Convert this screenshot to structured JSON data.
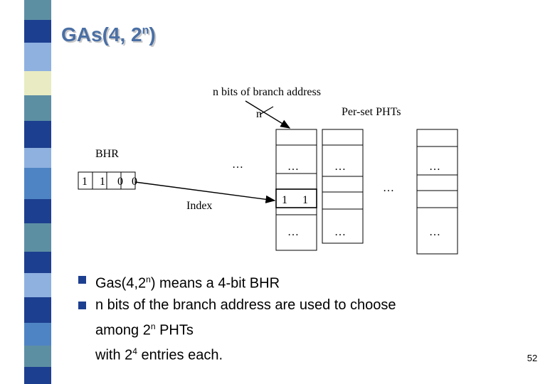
{
  "slide": {
    "title_base": "GAs(4, 2",
    "title_sup": "n",
    "title_end": ")",
    "page_number": "52"
  },
  "diagram": {
    "branch_label": "n bits of branch address",
    "n_label": "n",
    "per_set_label": "Per-set PHTs",
    "bhr_label": "BHR",
    "bhr_bits": [
      "1",
      "1",
      "0",
      "0"
    ],
    "index_label": "Index",
    "ellipsis": "…",
    "pht_index_bits": [
      "1",
      "1"
    ]
  },
  "bullets": [
    {
      "pre": "Gas(4,2",
      "sup": "n",
      "post": ") means a 4-bit BHR"
    },
    {
      "line1": "n bits of the branch address are used to choose",
      "line2_pre": "among 2",
      "line2_sup": "n",
      "line2_post": " PHTs",
      "line3_pre": "with 2",
      "line3_sup": "4",
      "line3_post": " entries each."
    }
  ],
  "colors": {
    "title": "#4a6fa5",
    "stripe_dark": "#1d3f8f",
    "stripe_blue": "#4f84c4",
    "stripe_teal": "#5d8fa3",
    "stripe_light_blue": "#8fb1e0",
    "stripe_cream": "#e9ecc2",
    "bullet": "#1d3f8f"
  }
}
